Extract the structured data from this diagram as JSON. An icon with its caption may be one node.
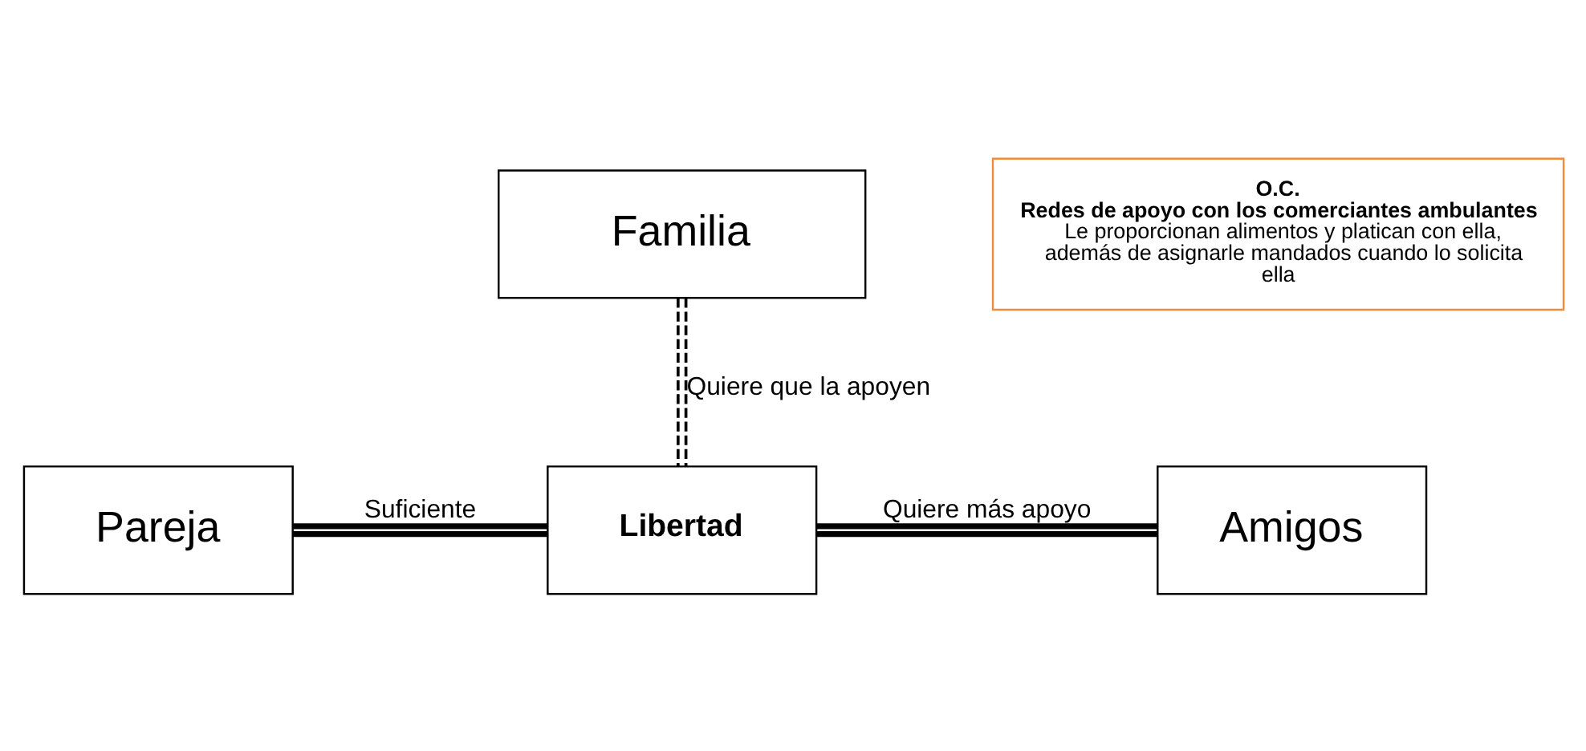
{
  "diagram": {
    "nodes": [
      {
        "text": [
          "Familia"
        ]
      },
      {
        "text": [
          "O.C.",
          "Redes de apoyo con los comerciantes ambulantes",
          "Le proporcionan alimentos y platican con ella, además de asignarle mandados cuando lo solicita ella"
        ]
      },
      {
        "text": [
          "Pareja"
        ]
      },
      {
        "text": [
          "Libertad"
        ]
      },
      {
        "text": [
          "Amigos"
        ]
      }
    ],
    "edges": [
      {
        "from": 0,
        "to": 3,
        "arrow": "none",
        "style": "dashed",
        "label": "Quiere que la apoyen"
      },
      {
        "from": 2,
        "to": 3,
        "arrow": "none",
        "label": "Suficiente"
      },
      {
        "from": 3,
        "to": 4,
        "arrow": "none",
        "label": "Quiere más apoyo"
      }
    ]
  }
}
